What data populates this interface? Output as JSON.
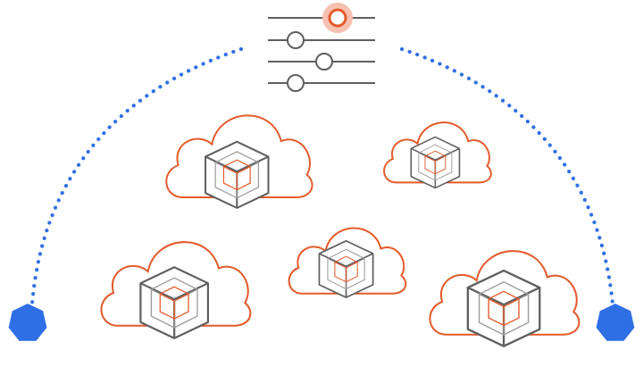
{
  "colors": {
    "background": "#ffffff",
    "cloud": "#e35a2b",
    "cube": "#5f5f5f",
    "cube_inner": "#9a9a9a",
    "cube_core": "#e35a2b",
    "dots": "#2f6fe6",
    "node": "#2f6fe6",
    "slider_track": "#5f5f5f",
    "slider_active": "#e35a2b",
    "slider_glow": "#f6c1b0"
  },
  "icons": {
    "settings": "sliders-icon",
    "cloud": "cloud-icon",
    "container": "cube-icon",
    "node": "heptagon-node-icon"
  },
  "sliders": [
    {
      "name": "slider-1",
      "value": 0.65,
      "active": true
    },
    {
      "name": "slider-2",
      "value": 0.25,
      "active": false
    },
    {
      "name": "slider-3",
      "value": 0.5,
      "active": false
    },
    {
      "name": "slider-4",
      "value": 0.25,
      "active": false
    }
  ],
  "clouds": [
    {
      "name": "cloud-top-left"
    },
    {
      "name": "cloud-top-right"
    },
    {
      "name": "cloud-bottom-left"
    },
    {
      "name": "cloud-bottom-center"
    },
    {
      "name": "cloud-bottom-right"
    }
  ],
  "nodes": [
    {
      "name": "left-node"
    },
    {
      "name": "right-node"
    }
  ]
}
